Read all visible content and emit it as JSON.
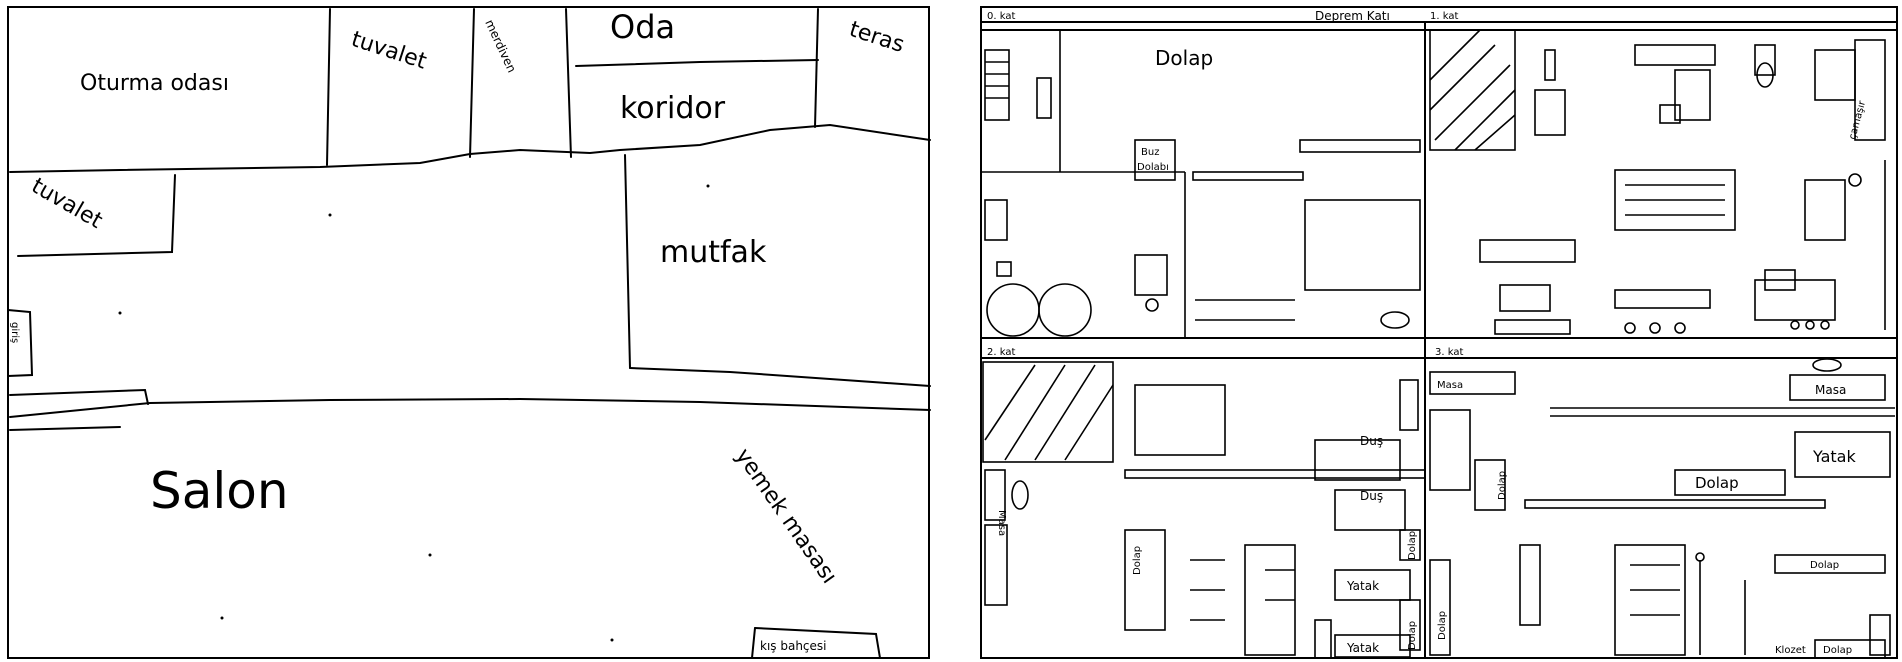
{
  "left_plan": {
    "rooms": {
      "oturma_odasi": "Oturma odası",
      "tuvalet_top": "tuvalet",
      "merdiven": "merdiven",
      "oda": "Oda",
      "teras": "teras",
      "koridor": "koridor",
      "tuvalet_left": "tuvalet",
      "mutfak": "mutfak",
      "giris": "giriş",
      "salon": "Salon",
      "yemek_masasi": "yemek masası",
      "kis_bahcesi": "kış bahçesi"
    }
  },
  "right_plan": {
    "floors": {
      "floor0": "0. kat",
      "deprem_kati": "Deprem Katı",
      "floor1": "1. kat",
      "floor2": "2. kat",
      "floor3": "3. kat"
    },
    "labels": {
      "dolap_top": "Dolap",
      "buz_dolabi_1": "Buz",
      "buz_dolabi_2": "Dolabı",
      "camasir": "çamaşır",
      "masa_left": "Masa",
      "masa_right": "Masa",
      "yatak_right": "Yatak",
      "dolap_mid": "Dolap",
      "dolap_lower": "Dolap",
      "dolap_bottom": "Dolap",
      "dus_1": "Duş",
      "dus_2": "Duş",
      "yatak_1": "Yatak",
      "yatak_2": "Yatak",
      "dolap_v1": "Dolap",
      "dolap_v2": "Dolap",
      "dolap_v3": "Dolap",
      "dolap_v4": "Dolap",
      "dolap_v5": "Dolap",
      "masa_v": "Masa",
      "klozet": "Klozet"
    }
  }
}
